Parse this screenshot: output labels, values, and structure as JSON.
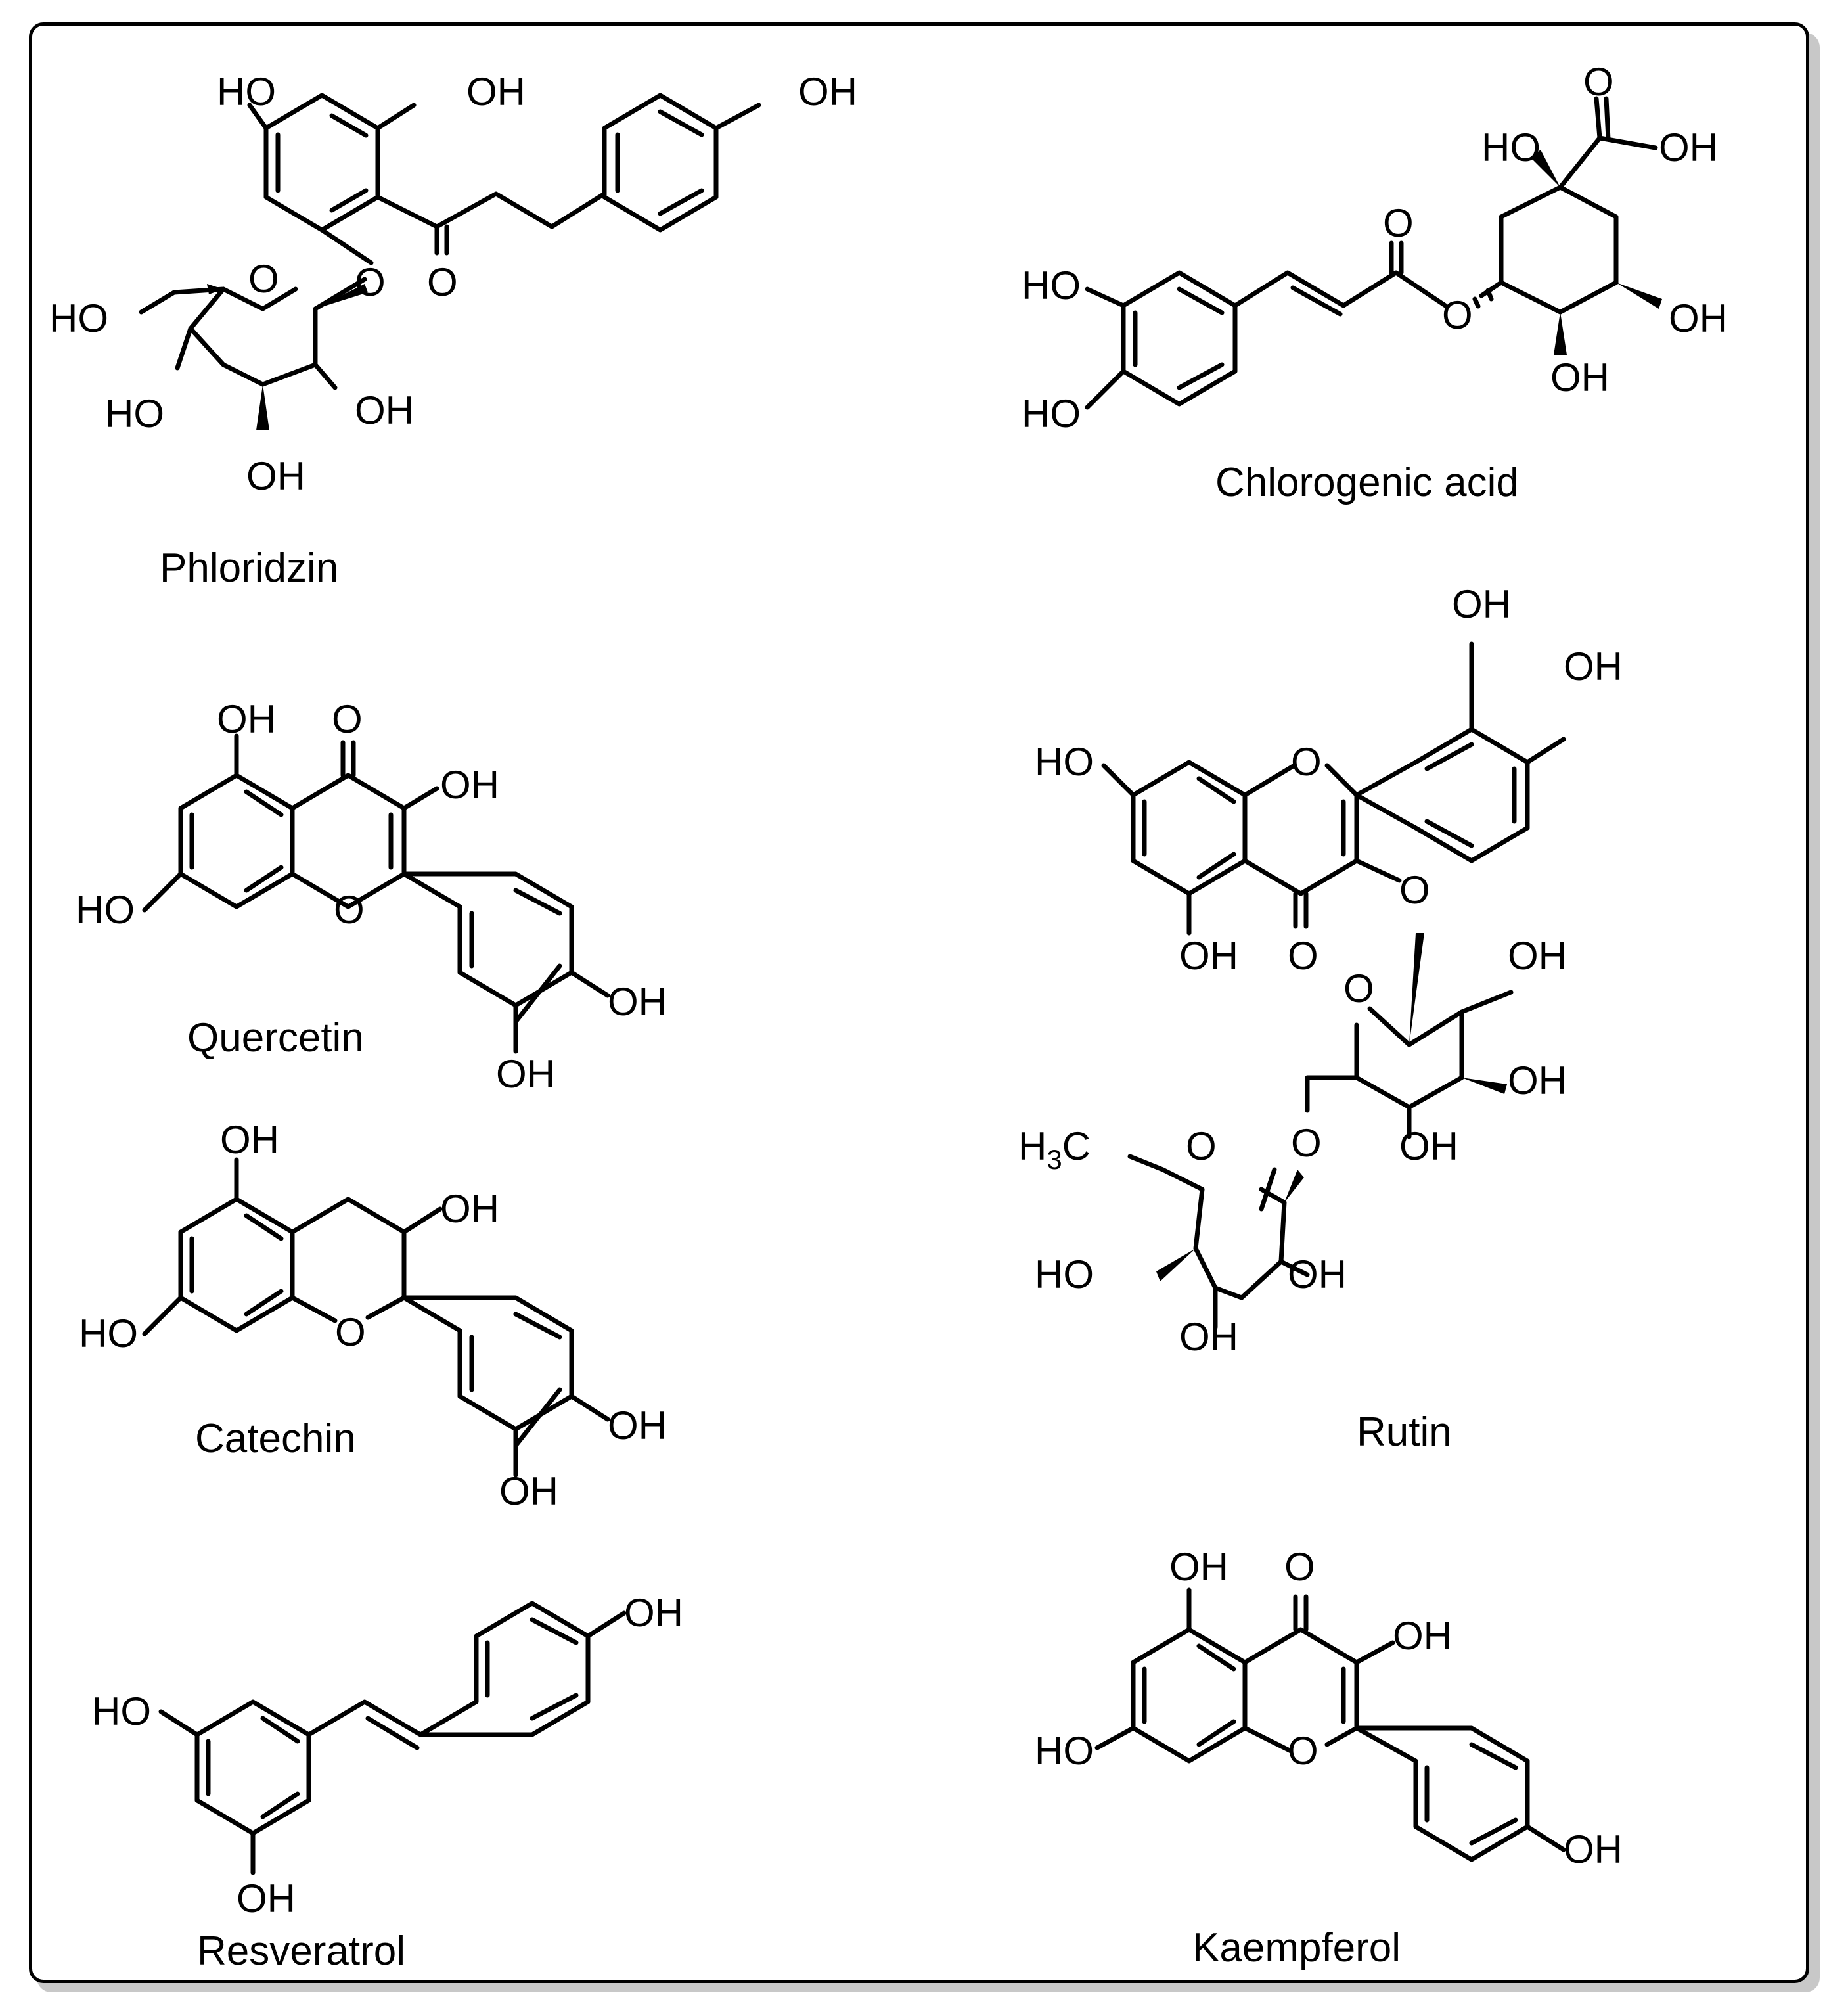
{
  "compounds": [
    {
      "name": "Phloridzin"
    },
    {
      "name": "Chlorogenic acid"
    },
    {
      "name": "Quercetin"
    },
    {
      "name": "Rutin"
    },
    {
      "name": "Catechin"
    },
    {
      "name": "Resveratrol"
    },
    {
      "name": "Kaempferol"
    }
  ],
  "atom_labels": {
    "oh": "OH",
    "ho": "HO",
    "o": "O",
    "ch3_h": "H",
    "ch3_sub": "3",
    "ch3_c": "C"
  }
}
